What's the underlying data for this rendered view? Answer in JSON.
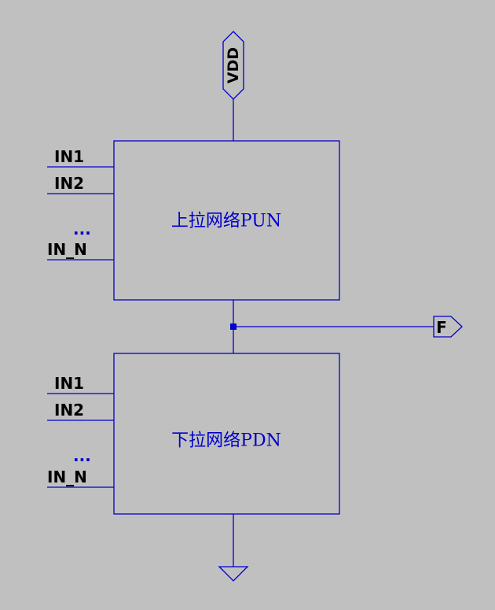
{
  "supply": {
    "label": "VDD"
  },
  "output": {
    "label": "F"
  },
  "pull_up": {
    "label": "上拉网络PUN",
    "inputs": [
      "IN1",
      "IN2",
      "...",
      "IN_N"
    ]
  },
  "pull_down": {
    "label": "下拉网络PDN",
    "inputs": [
      "IN1",
      "IN2",
      "...",
      "IN_N"
    ]
  },
  "colors": {
    "background": "#c0c0c0",
    "wire": "#0000cc",
    "text": "#000000",
    "box_label": "#0000cc",
    "ellipsis": "#0000cc"
  }
}
